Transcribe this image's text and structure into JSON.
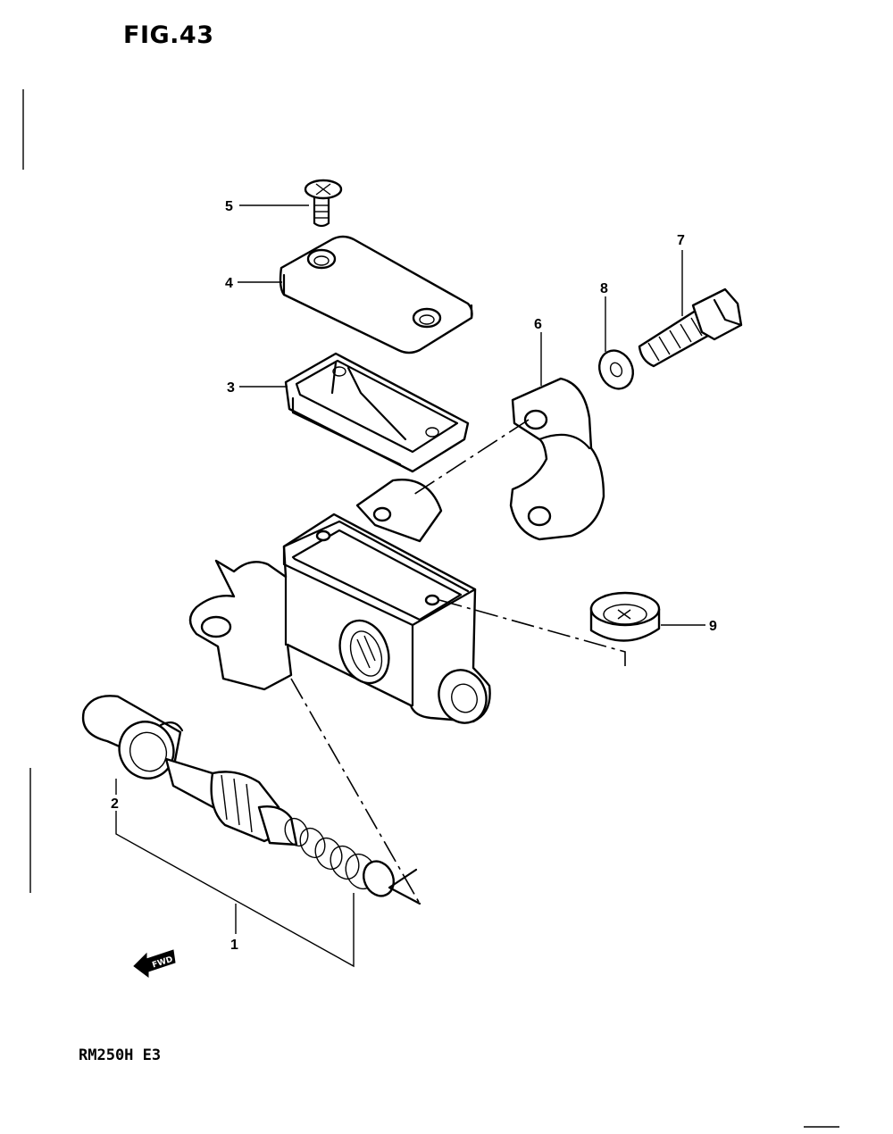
{
  "figure": {
    "title": "FIG.43",
    "model": "RM250H E3"
  },
  "fwd_label": "FWD",
  "callouts": [
    {
      "id": "1",
      "label": "1"
    },
    {
      "id": "2",
      "label": "2"
    },
    {
      "id": "3",
      "label": "3"
    },
    {
      "id": "4",
      "label": "4"
    },
    {
      "id": "5",
      "label": "5"
    },
    {
      "id": "6",
      "label": "6"
    },
    {
      "id": "7",
      "label": "7"
    },
    {
      "id": "8",
      "label": "8"
    },
    {
      "id": "9",
      "label": "9"
    }
  ]
}
